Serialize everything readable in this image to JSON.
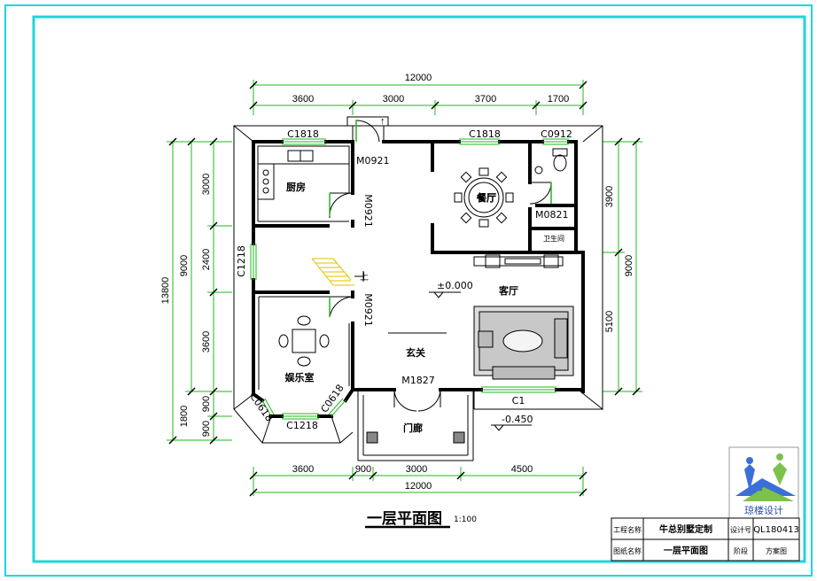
{
  "plan": {
    "title": "一层平面图",
    "scale": "1:100",
    "overall_top": "12000",
    "overall_bottom": "12000",
    "top_segments": [
      "3600",
      "3000",
      "3700",
      "1700"
    ],
    "bottom_segments": [
      "3600",
      "900",
      "3000",
      "4500"
    ],
    "left_total": "13800",
    "left_mid": "9000",
    "left_segments": [
      "3000",
      "2400",
      "3600",
      "900",
      "900"
    ],
    "left_extra": "1800",
    "right_total": "9000",
    "right_segments": [
      "3900",
      "5100"
    ],
    "level_main": "±0.000",
    "level_porch": "-0.450",
    "stair_up": "上",
    "up_arrow": "↑"
  },
  "rooms": {
    "kitchen": "厨房",
    "dining": "餐厅",
    "living": "客厅",
    "entry": "玄关",
    "recreation": "娱乐室",
    "porch": "门廊",
    "wc": "卫生间"
  },
  "doors": {
    "m0921_top": "M0921",
    "m0921_kitchen": "M0921",
    "m0921_rec": "M0921",
    "m0821": "M0821",
    "m1827": "M1827"
  },
  "windows": {
    "c1818_kitchen": "C1818",
    "c1818_dining": "C1818",
    "c0912": "C0912",
    "c1218_left": "C1218",
    "c1218_bottom": "C1218",
    "c0618_a": "C0618",
    "c0618_b": "C0618",
    "c1": "C1"
  },
  "title_block": {
    "project_label": "工程名称",
    "project_value": "牛总别墅定制",
    "drawing_no_label": "设计号",
    "drawing_no_value": "QL180413",
    "drawing_name_label": "图纸名称",
    "drawing_name_value": "一层平面图",
    "stage_label": "阶段",
    "stage_value": "方案图"
  },
  "logo": {
    "text": "琼楼设计"
  },
  "colors": {
    "frame": "#1fd6d6",
    "dim_line": "#1fb81f",
    "wall": "#000000",
    "window": "#1fb81f"
  }
}
